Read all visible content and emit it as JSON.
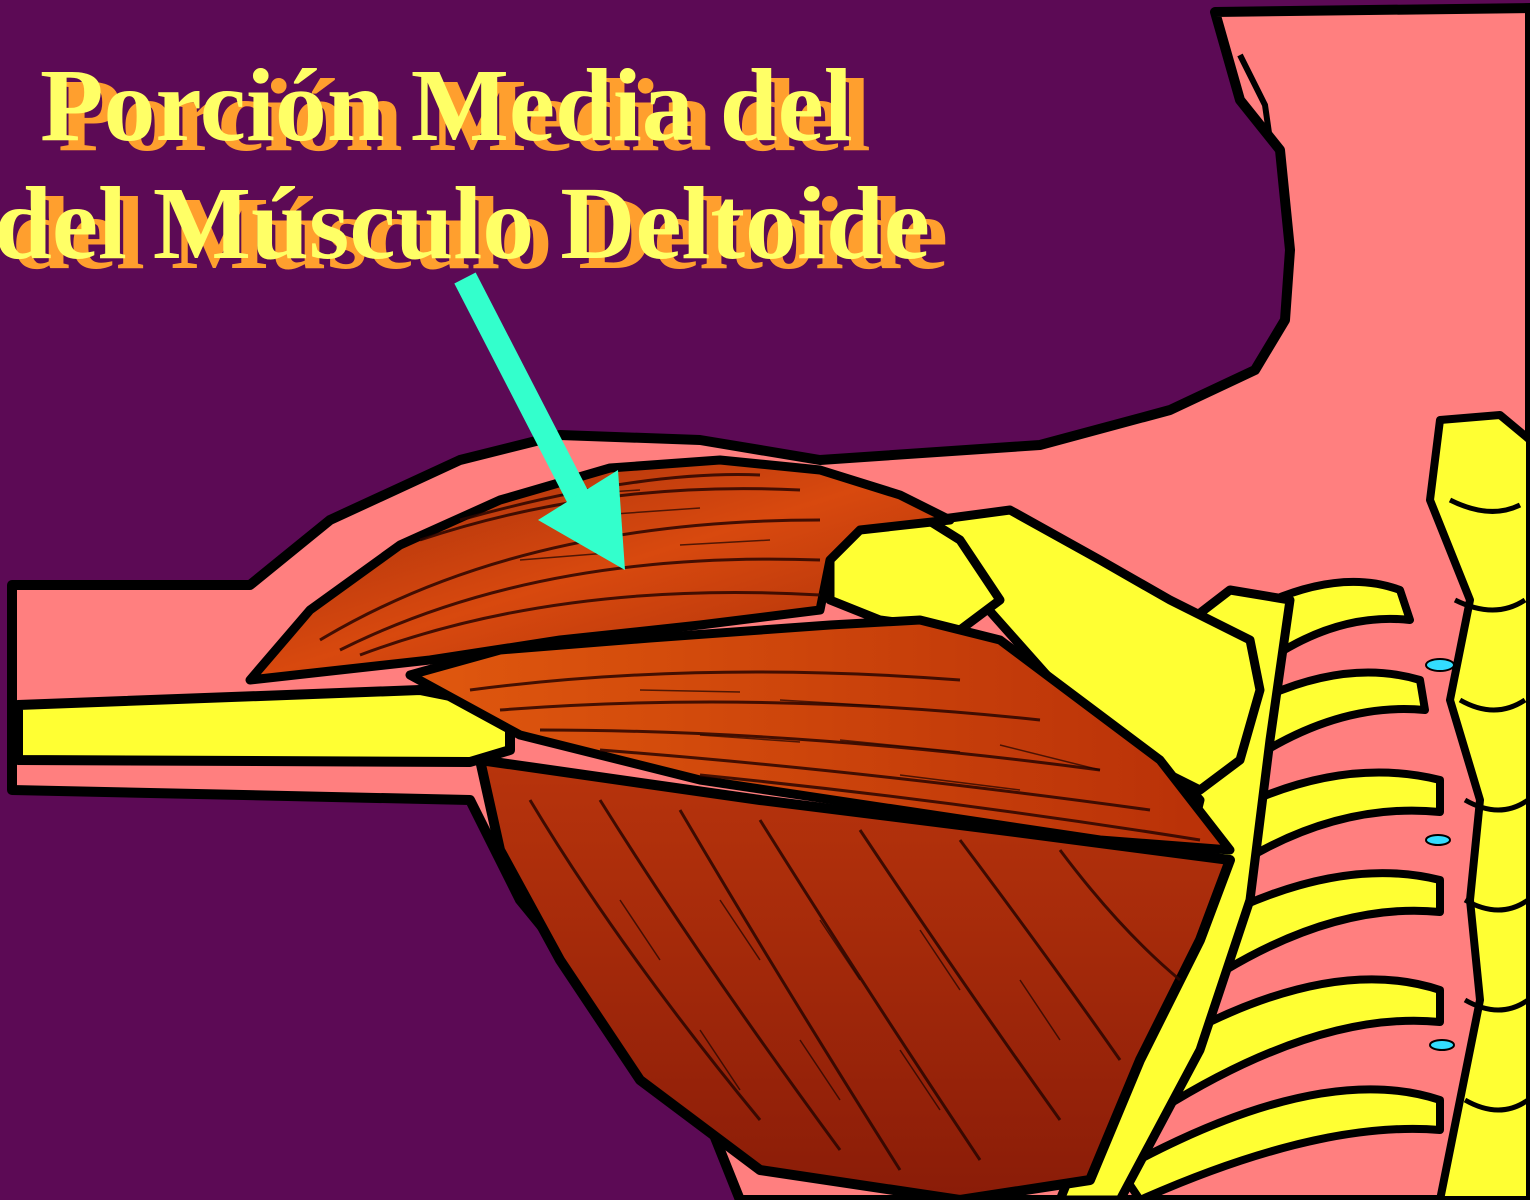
{
  "title": {
    "line1": "Porción Media del",
    "line2": "del Músculo Deltoide"
  },
  "colors": {
    "background": "#5c0a55",
    "skin": "#ff7f7f",
    "bone": "#ffff33",
    "muscle": "#c23a10",
    "muscle_dark": "#8a1c08",
    "arrow": "#33ffcc",
    "title_front": "#ffff66",
    "title_shadow": "#ff9f2e"
  },
  "figure": {
    "subject": "deltoid-muscle-middle-portion",
    "arrow_target": "middle-deltoid"
  }
}
